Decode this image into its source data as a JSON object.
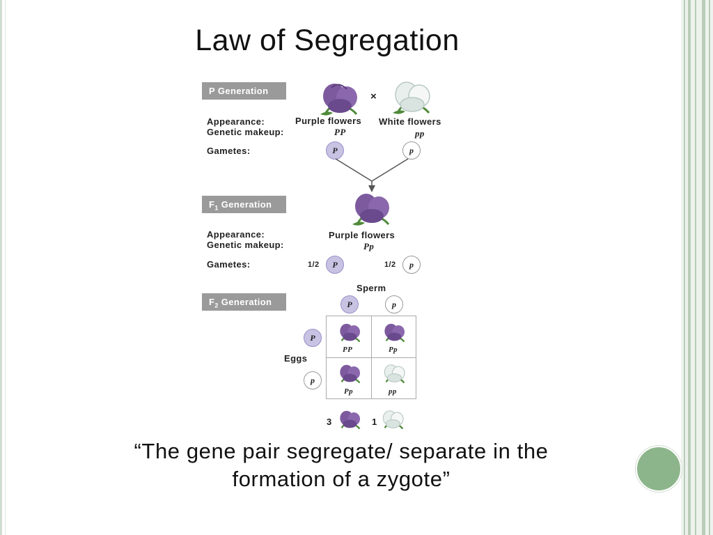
{
  "slide": {
    "title": "Law of Segregation",
    "quote_line1": "“The gene pair segregate/ separate in the",
    "quote_line2": "formation of a zygote”"
  },
  "diagram": {
    "p_generation": {
      "label": "P Generation",
      "appearance_label": "Appearance:",
      "genetic_makeup_label": "Genetic makeup:",
      "gametes_label": "Gametes:",
      "cross_symbol": "×",
      "parent1": {
        "appearance": "Purple flowers",
        "genotype": "PP",
        "gamete": "P"
      },
      "parent2": {
        "appearance": "White flowers",
        "genotype": "pp",
        "gamete": "p"
      }
    },
    "f1_generation": {
      "label_prefix": "F",
      "label_sub": "1",
      "label_suffix": " Generation",
      "appearance_label": "Appearance:",
      "genetic_makeup_label": "Genetic makeup:",
      "gametes_label": "Gametes:",
      "appearance": "Purple flowers",
      "genotype": "Pp",
      "gamete1": {
        "fraction": "1/2",
        "allele": "P"
      },
      "gamete2": {
        "fraction": "1/2",
        "allele": "p"
      }
    },
    "f2_generation": {
      "label_prefix": "F",
      "label_sub": "2",
      "label_suffix": " Generation",
      "sperm_label": "Sperm",
      "eggs_label": "Eggs",
      "sperm": [
        "P",
        "p"
      ],
      "eggs": [
        "P",
        "p"
      ],
      "cells": [
        {
          "genotype": "PP",
          "color": "purple"
        },
        {
          "genotype": "Pp",
          "color": "purple"
        },
        {
          "genotype": "Pp",
          "color": "purple"
        },
        {
          "genotype": "pp",
          "color": "white"
        }
      ],
      "ratio_purple": "3",
      "ratio_white": "1"
    },
    "colors": {
      "purple_petal": "#7d5a9e",
      "purple_dark": "#5b3d7a",
      "white_petal": "#e9efed",
      "white_shade": "#b9c9c4",
      "leaf": "#4f8a3a",
      "gen_box": "#9a9a9a",
      "frame_green": "#8db58b"
    }
  }
}
